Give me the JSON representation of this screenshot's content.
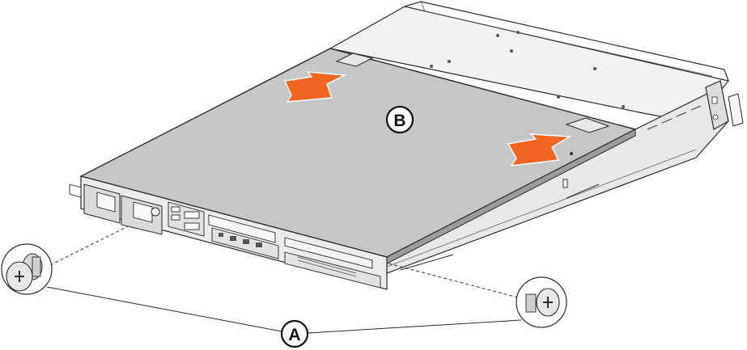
{
  "callouts": {
    "a": "A",
    "b": "B"
  },
  "colors": {
    "cover": "#c6c6c6",
    "chassis": "#ececec",
    "line": "#2a2a2a",
    "arrow": "#f26522",
    "background": "#ffffff"
  },
  "icons": {
    "screw": "thumbscrew-icon",
    "arrow": "slide-direction-arrow"
  }
}
